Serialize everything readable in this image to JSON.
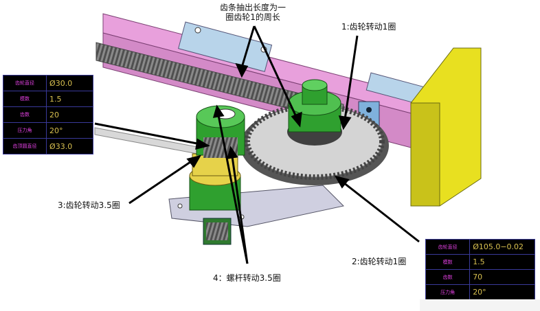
{
  "callouts": {
    "rack_length": "齿条抽出长度为一\n圈齿轮1的周长",
    "gear1": "1:齿轮转动1圈",
    "gear2": "2:齿轮转动1圈",
    "gear3": "3:齿轮转动3.5圈",
    "worm": "4：螺杆转动3.5圈"
  },
  "table_left": {
    "rows": [
      {
        "key": "齿轮直径",
        "value": "Ø30.0"
      },
      {
        "key": "模数",
        "value": "1.5"
      },
      {
        "key": "齿数",
        "value": "20"
      },
      {
        "key": "压力角",
        "value": "20°"
      },
      {
        "key": "齿顶圆直径",
        "value": "Ø33.0"
      }
    ]
  },
  "table_right": {
    "rows": [
      {
        "key": "齿轮直径",
        "value": "Ø105.0−0.02"
      },
      {
        "key": "模数",
        "value": "1.5"
      },
      {
        "key": "齿数",
        "value": "70"
      },
      {
        "key": "压力角",
        "value": "20°"
      }
    ]
  },
  "colors": {
    "rack": "#e8a0dc",
    "rack_teeth": "#707070",
    "gear_large": "#d4d4d4",
    "gear_green": "#2fa02f",
    "worm_wheel": "#e6d24a",
    "motor_block": "#e8e020",
    "plate": "#cfcfe0",
    "arrow": "#000000"
  }
}
